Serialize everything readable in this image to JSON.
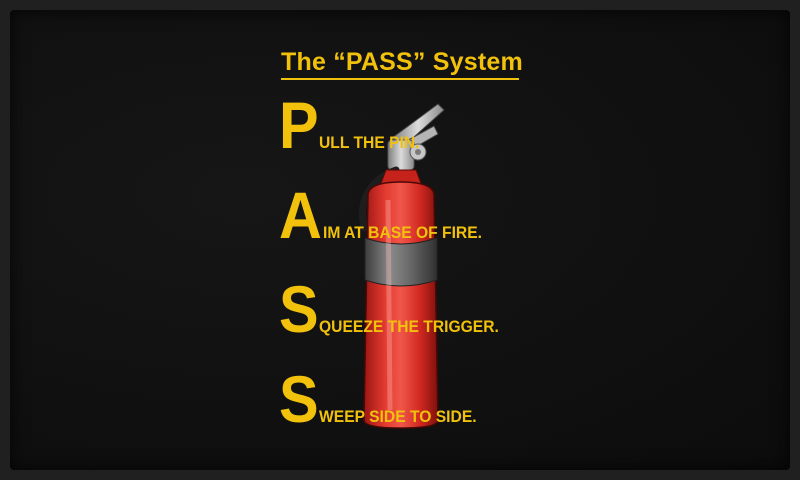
{
  "title": "The “PASS” System",
  "steps": [
    {
      "letter": "P",
      "text": "ULL THE PIN."
    },
    {
      "letter": "A",
      "text": "IM AT BASE OF FIRE."
    },
    {
      "letter": "S",
      "text": "QUEEZE THE TRIGGER."
    },
    {
      "letter": "S",
      "text": "WEEP SIDE TO SIDE."
    }
  ],
  "colors": {
    "text": "#f1c10c",
    "background": "#101010",
    "extinguisher_body": "#e0302a",
    "band": "#6f6f6f"
  },
  "icon": "fire-extinguisher-icon"
}
